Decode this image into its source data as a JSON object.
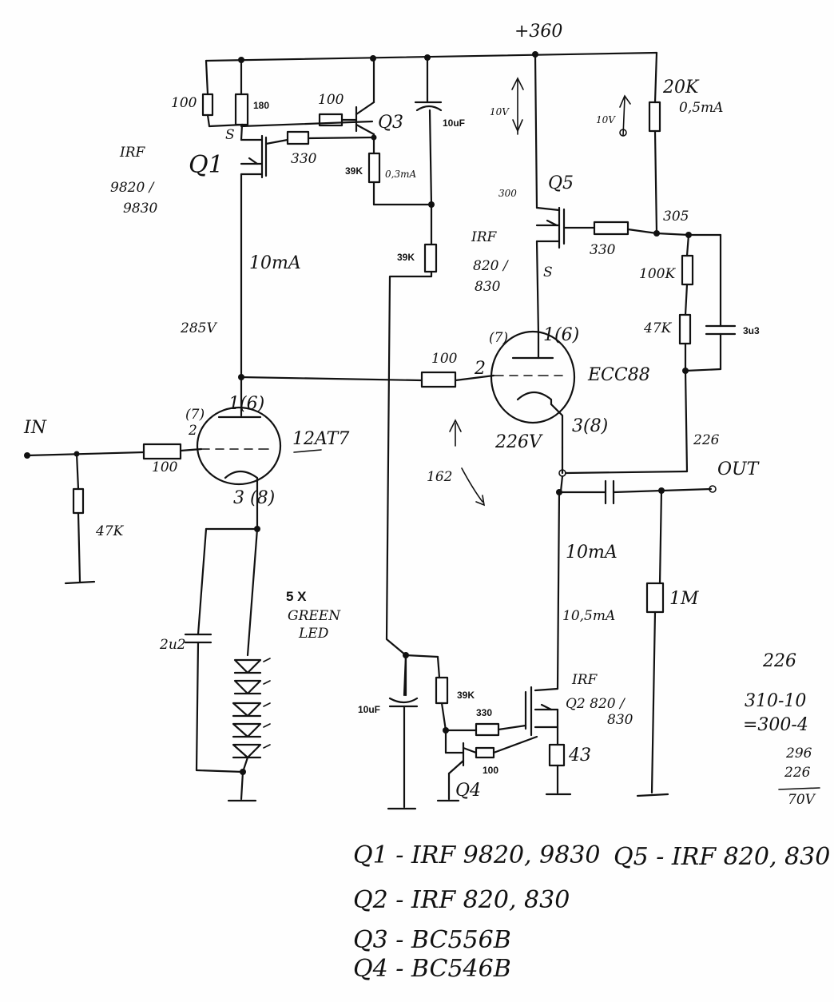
{
  "supply": "+360",
  "labels": {
    "r100_q1": "100",
    "r180": "180",
    "r100_q3base": "100",
    "q3": "Q3",
    "c10uf_top": "10uF",
    "v10_a": "10V",
    "v10_b": "10V",
    "r20k": "20K",
    "r20k_current": "0,5mA",
    "s_q1": "S",
    "q1": "Q1",
    "irf_q1": "IRF\n9820 /\n9830",
    "r330_q1": "330",
    "r39k_a": "39K",
    "r39k_a_current": "0,3mA",
    "v300": "300",
    "q5": "Q5",
    "v305": "305",
    "r39k_b": "39K",
    "irf_q5": "IRF\n820 /\n830",
    "s_q5": "S",
    "r330_q5": "330",
    "r100k": "100K",
    "r47k_fb": "47K",
    "c3u3": "3u3",
    "i_10ma": "10mA",
    "v285": "285V",
    "pin7_v2": "(7)",
    "pin1_6_v2": "1(6)",
    "r100_grid2": "100",
    "pin2": "2",
    "ecc88": "ECC88",
    "pin7_v1": "(7)\n2",
    "pin1_6_v1": "1(6)",
    "tube1": "12AT7",
    "v226_cathode": "226V",
    "pin3_8_v2": "3(8)",
    "v226_out": "226",
    "out": "OUT",
    "in": "IN",
    "r100_in": "100",
    "pin3_8_v1": "3 (8)",
    "r47k_in": "47K",
    "v162": "162",
    "i_10ma_b": "10mA",
    "led": "5 X\nGREEN\nLED",
    "c2u2": "2u2",
    "r1m": "1M",
    "i_10_5ma": "10,5mA",
    "c10uf_bot": "10uF",
    "r39k_c": "39K",
    "r330_q2": "330",
    "irf_q2": "IRF\nQ2 820 /\n830",
    "r100_q4": "100",
    "r43": "43",
    "q4": "Q4",
    "calc": [
      "226",
      "310-10",
      "=300-4",
      "296",
      "226",
      "70V"
    ],
    "legend": [
      "Q1 - IRF 9820, 9830",
      "Q2 - IRF 820, 830",
      "Q3 - BC556B",
      "Q4 - BC546B",
      "Q5 - IRF 820, 830"
    ]
  }
}
